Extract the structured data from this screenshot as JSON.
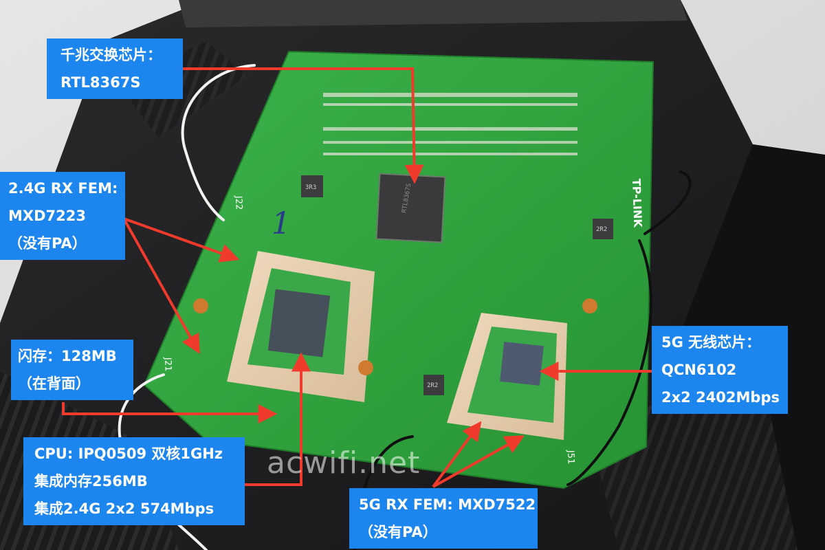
{
  "annotations": {
    "switch": {
      "lines": [
        "千兆交换芯片：",
        "RTL8367S"
      ]
    },
    "rx24": {
      "lines": [
        "2.4G RX FEM:",
        "MXD7223",
        "（没有PA）"
      ]
    },
    "flash": {
      "lines": [
        "闪存：128MB",
        "（在背面）"
      ]
    },
    "cpu": {
      "lines": [
        "CPU: IPQ0509 双核1GHz",
        "集成内存256MB",
        "集成2.4G 2x2 574Mbps"
      ]
    },
    "wifi5g": {
      "lines": [
        "5G 无线芯片：",
        "QCN6102",
        "2x2 2402Mbps"
      ]
    },
    "rx5g": {
      "lines": [
        "5G RX FEM: MXD7522",
        "（没有PA）"
      ]
    }
  },
  "board_markings": {
    "brand": "TP-LINK",
    "switch_chip": "RTL8367S",
    "inductor_1": "3R3",
    "inductor_2": "2R2",
    "inductor_3": "2R2",
    "connector_1": "J22",
    "connector_2": "J21",
    "connector_3": "J51",
    "handwritten": "1"
  },
  "watermark": "acwifi.net",
  "colors": {
    "label_bg": "#1d86ee",
    "arrow": "#f03a2b",
    "pcb": "#2fa13d"
  }
}
